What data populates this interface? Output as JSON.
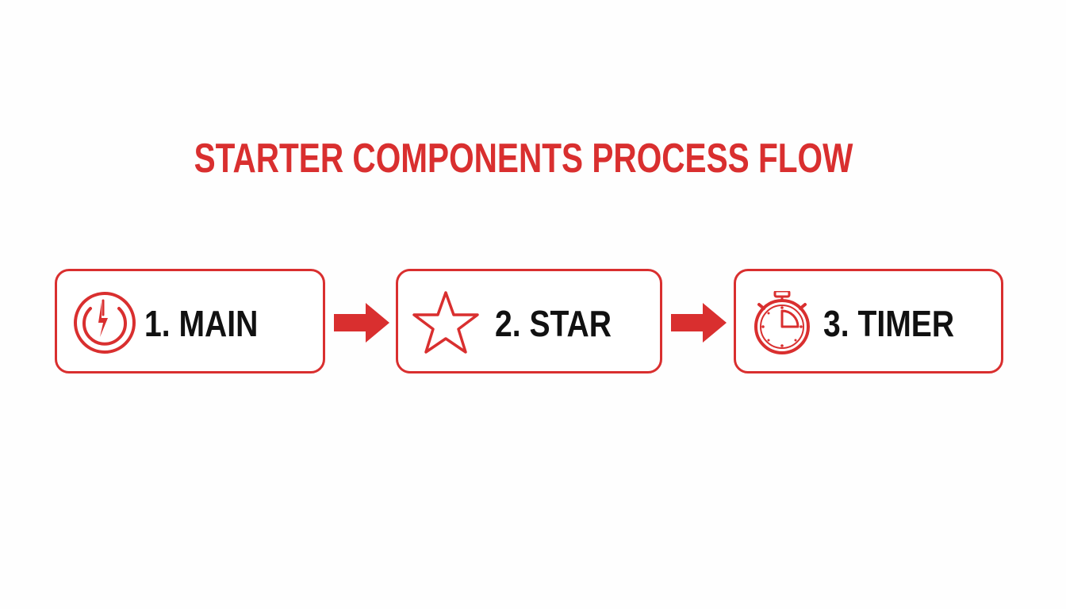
{
  "title": "STARTER COMPONENTS PROCESS FLOW",
  "accent_color": "#d92f2f",
  "text_color": "#111111",
  "steps": [
    {
      "label": "1. MAIN",
      "icon": "power-bolt-icon"
    },
    {
      "label": "2. STAR",
      "icon": "star-icon"
    },
    {
      "label": "3. TIMER",
      "icon": "stopwatch-icon"
    }
  ],
  "connectors": [
    {
      "icon": "arrow-right-icon"
    },
    {
      "icon": "arrow-right-icon"
    }
  ]
}
